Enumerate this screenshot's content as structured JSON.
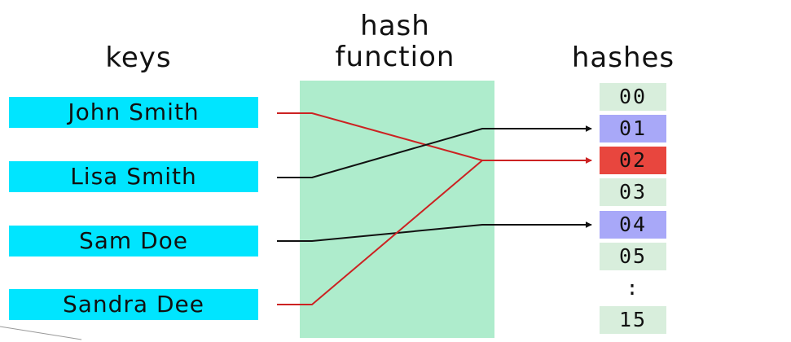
{
  "titles": {
    "keys": "keys",
    "hash_function": "hash\nfunction",
    "hashes": "hashes"
  },
  "keys": [
    "John Smith",
    "Lisa Smith",
    "Sam Doe",
    "Sandra Dee"
  ],
  "hashes": [
    {
      "label": "00",
      "color": "#d8eedc"
    },
    {
      "label": "01",
      "color": "#a8a8f8"
    },
    {
      "label": "02",
      "color": "#e8463e"
    },
    {
      "label": "03",
      "color": "#d8eedc"
    },
    {
      "label": "04",
      "color": "#a8a8f8"
    },
    {
      "label": "05",
      "color": "#d8eedc"
    },
    {
      "label": ":",
      "color": "transparent"
    },
    {
      "label": "15",
      "color": "#d8eedc"
    }
  ],
  "mappings": [
    {
      "key": "John Smith",
      "hash": "02",
      "color": "#cc2222"
    },
    {
      "key": "Lisa Smith",
      "hash": "01",
      "color": "#111111"
    },
    {
      "key": "Sam Doe",
      "hash": "04",
      "color": "#111111"
    },
    {
      "key": "Sandra Dee",
      "hash": "02",
      "color": "#cc2222"
    }
  ],
  "colors": {
    "key_fill": "#00e5ff",
    "hash_function_fill": "#aeeccc",
    "collision_line": "#cc2222",
    "line": "#111111"
  }
}
